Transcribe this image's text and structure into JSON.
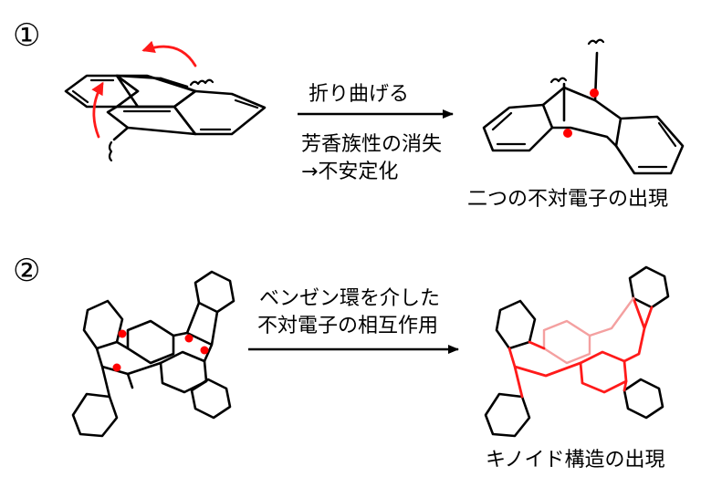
{
  "step1": {
    "number": "①",
    "arrow_label_top": "折り曲げる",
    "arrow_label_bottom_1": "芳香族性の消失",
    "arrow_label_bottom_2": "→不安定化",
    "product_caption": "二つの不対電子の出現"
  },
  "step2": {
    "number": "②",
    "arrow_label_1": "ベンゼン環を介した",
    "arrow_label_2": "不対電子の相互作用",
    "product_caption": "キノイド構造の出現"
  },
  "colors": {
    "anthracene_fill": "#00e5ff",
    "bent_ring_fill": "#33e633",
    "radical_dot": "#ff0000",
    "bending_arrow": "#ff1a1a",
    "quinoid_bonds": "#ff1a1a"
  }
}
